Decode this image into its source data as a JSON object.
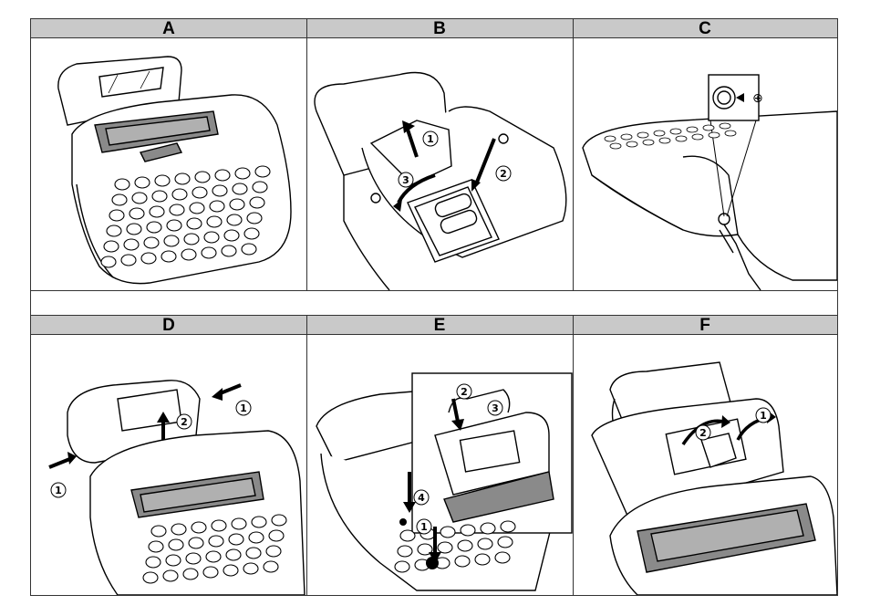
{
  "panels": [
    {
      "id": "A",
      "label": "A",
      "steps": []
    },
    {
      "id": "B",
      "label": "B",
      "steps": [
        "1",
        "2",
        "3"
      ]
    },
    {
      "id": "C",
      "label": "C",
      "steps": [],
      "symbol": "⊕"
    },
    {
      "id": "D",
      "label": "D",
      "steps": [
        "1",
        "2",
        "1"
      ]
    },
    {
      "id": "E",
      "label": "E",
      "steps": [
        "2",
        "3",
        "4",
        "1"
      ]
    },
    {
      "id": "F",
      "label": "F",
      "steps": [
        "2",
        "1"
      ]
    }
  ]
}
